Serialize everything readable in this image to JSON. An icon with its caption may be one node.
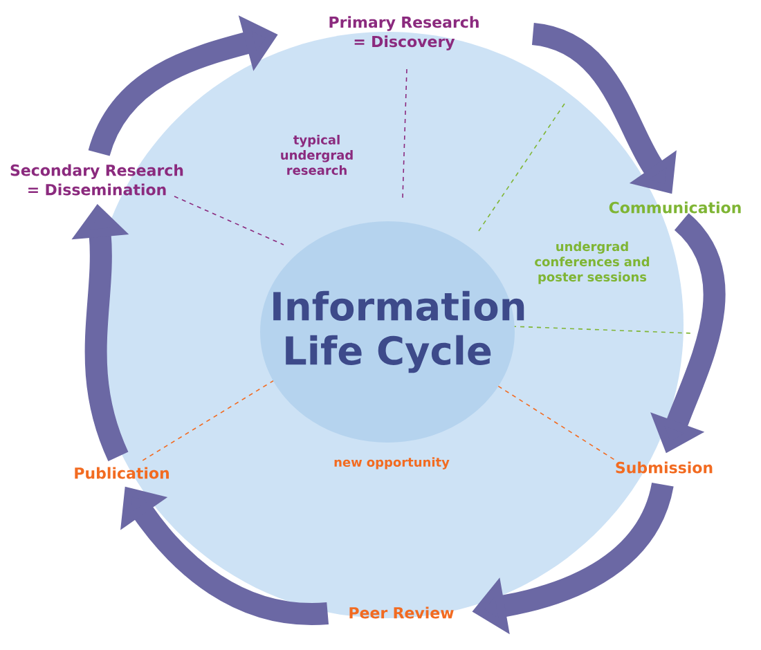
{
  "diagram": {
    "nodes": [
      {
        "text": [
          "Information Life Cycle"
        ]
      },
      {
        "text": [
          "Primary Research = Discovery"
        ]
      },
      {
        "text": [
          "Communication"
        ]
      },
      {
        "text": [
          "Submission"
        ]
      },
      {
        "text": [
          "Peer Review"
        ]
      },
      {
        "text": [
          "Publication"
        ]
      },
      {
        "text": [
          "Secondary Research = Dissemination"
        ]
      }
    ],
    "edges": [
      {
        "from": 1,
        "to": 2,
        "arrow": "to"
      },
      {
        "from": 2,
        "to": 3,
        "arrow": "to"
      },
      {
        "from": 3,
        "to": 4,
        "arrow": "to"
      },
      {
        "from": 4,
        "to": 5,
        "arrow": "to"
      },
      {
        "from": 5,
        "to": 6,
        "arrow": "to"
      },
      {
        "from": 6,
        "to": 1,
        "arrow": "to"
      }
    ],
    "labels": [
      "typical undergrad research",
      "undergrad conferences and poster sessions",
      "new opportunity"
    ]
  }
}
